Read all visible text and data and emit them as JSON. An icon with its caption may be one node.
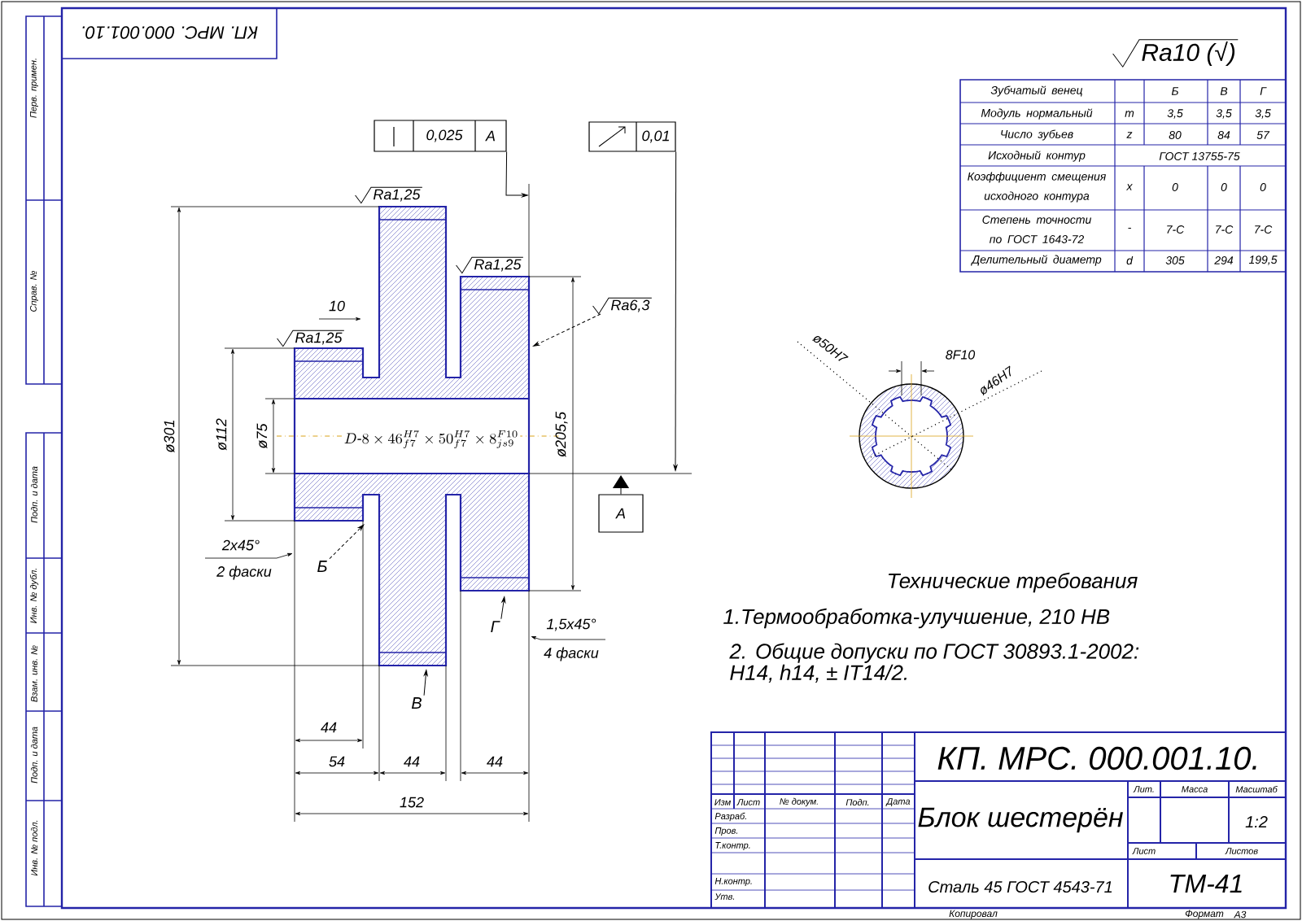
{
  "diagram": {
    "nodes": [
      {
        "text": [
          "0,025",
          "A"
        ]
      },
      {
        "text": [
          "0,01"
        ]
      },
      {
        "text": [
          "A"
        ]
      },
      {
        "text": [
          "Ra6,3"
        ]
      },
      {
        "text": [
          "Б"
        ]
      },
      {
        "text": [
          "В"
        ]
      },
      {
        "text": [
          "Г"
        ]
      },
      {
        "text": [],
        "shape": "picture"
      }
    ],
    "edges": [
      {
        "from": 0,
        "to": 7,
        "arrow": "to"
      },
      {
        "from": 1,
        "to": null,
        "arrow": "to"
      },
      {
        "from": 2,
        "to": null,
        "arrow": "to"
      },
      {
        "from": 3,
        "to": 7,
        "arrow": "to",
        "style": "dashed"
      },
      {
        "from": 4,
        "to": 7,
        "arrow": "to",
        "style": "dashed"
      },
      {
        "from": 5,
        "to": 7,
        "arrow": "to"
      },
      {
        "from": 6,
        "to": 7,
        "arrow": "to"
      }
    ],
    "labels": [
      "КП. МРС. 000.001.10.",
      "Ra10 (√)",
      "Зубчатый венец",
      "Б",
      "В",
      "Г",
      "Модуль нормальный",
      "m",
      "3,5",
      "3,5",
      "3,5",
      "Число зубьев",
      "z",
      "80",
      "84",
      "57",
      "Исходный контур",
      "ГОСТ 13755-75",
      "Коэффициент смещения исходного контура",
      "x",
      "0",
      "0",
      "0",
      "Степень точности по ГОСТ 1643-72",
      "-",
      "7-С",
      "7-С",
      "7-С",
      "Делительный диаметр",
      "d",
      "305",
      "294",
      "199,5",
      "Ra1,25",
      "Ra1,25",
      "Ra1,25",
      "10",
      "ø301",
      "ø112",
      "ø75",
      "D\\text{-}8\\times 46^{H7}_{f7}\\times 50^{H7}_{f7}\\times 8^{F10}_{js9}",
      "ø205,5",
      "2x45°",
      "2 фаски",
      "1,5x45°",
      "4 фаски",
      "44",
      "54",
      "44",
      "44",
      "152",
      "8F10",
      "ø50H7",
      "ø46H7",
      "Технические требования",
      "1.Термообработка-улучшение, 210 HB",
      "2. Общие допуски по ГОСТ 30893.1-2002: H14, h14, ± IT14/2.",
      "КП. МРС. 000.001.10.",
      "Изм",
      "Лист",
      "№ докум.",
      "Подп.",
      "Дата",
      "Разраб.",
      "Пров.",
      "Т.контр.",
      "Н.контр.",
      "Утв.",
      "Блок шестерён",
      "Лит.",
      "Масса",
      "Масштаб",
      "1:2",
      "Лист",
      "Листов",
      "Сталь 45 ГОСТ 4543-71",
      "ТМ-41",
      "Копировал",
      "Формат",
      "А3",
      "Перв. примен.",
      "Справ. №",
      "Подп. и дата",
      "Инв. № дубл.",
      "Взам. инв. №",
      "Подп. и дата",
      "Инв. № подл."
    ]
  }
}
